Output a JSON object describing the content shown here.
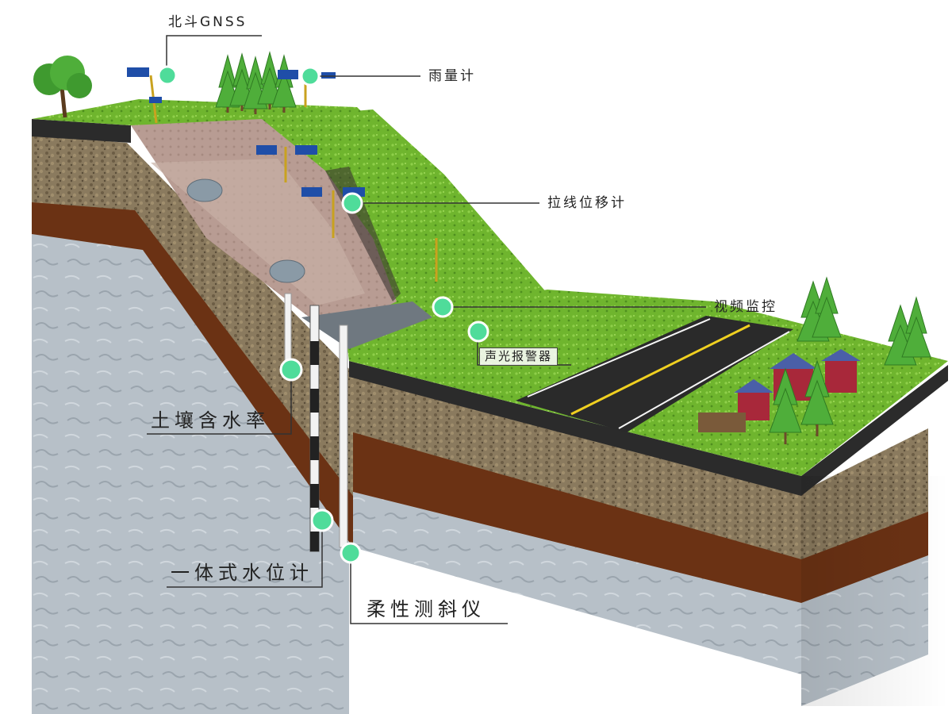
{
  "diagram": {
    "labels": {
      "gnss": "北斗GNSS",
      "rain_gauge": "雨量计",
      "wire_displacement": "拉线位移计",
      "video_monitor": "视频监控",
      "sound_light_alarm": "声光报警器",
      "soil_moisture": "土壤含水率",
      "water_level": "一体式水位计",
      "inclinometer": "柔性测斜仪"
    }
  }
}
